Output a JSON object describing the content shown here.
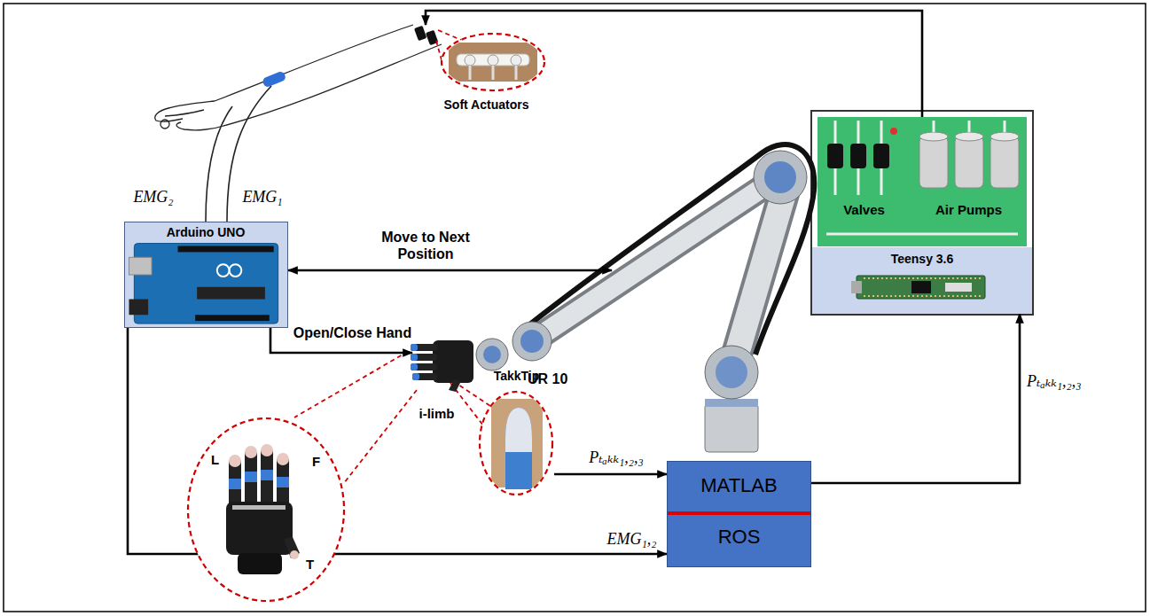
{
  "diagram": {
    "nodes": [
      {
        "text": [
          "Soft Actuators"
        ]
      },
      {
        "text": [
          "Valves",
          "Air Pumps"
        ]
      },
      {
        "text": [
          "Arduino UNO"
        ]
      },
      {
        "text": [
          "Teensy 3.6"
        ]
      },
      {
        "text": [
          "UR 10"
        ]
      },
      {
        "text": [
          "i-limb"
        ]
      },
      {
        "text": [
          "TakkTip"
        ]
      },
      {
        "text": [
          "L",
          "F",
          "T"
        ]
      },
      {
        "text": [
          "MATLAB",
          "ROS"
        ]
      }
    ],
    "edges": [
      {
        "from": 1,
        "to": 0,
        "arrow": "to"
      },
      {
        "from": 2,
        "to": 4,
        "label": "Move to Next Position",
        "arrow": "both"
      },
      {
        "from": 2,
        "to": 5,
        "label": "Open/Close Hand",
        "arrow": "to"
      },
      {
        "from": 6,
        "to": 8,
        "label": "Pₜₐₖₖ₁,₂,₃",
        "arrow": "to"
      },
      {
        "from": 2,
        "to": 8,
        "label": "EMG₁,₂",
        "arrow": "to"
      },
      {
        "from": 8,
        "to": 3,
        "label": "Pₜₐₖₖ₁,₂,₃",
        "arrow": "to"
      }
    ],
    "labels": [
      "EMG₂",
      "EMG₁"
    ]
  }
}
